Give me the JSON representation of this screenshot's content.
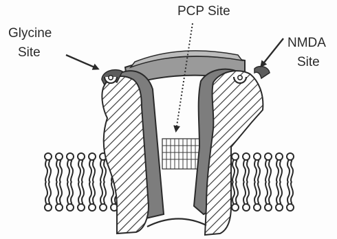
{
  "labels": {
    "pcp_site": "PCP  Site",
    "glycine_line1": "Glycine",
    "glycine_line2": "Site",
    "nmda_line1": "NMDA",
    "nmda_line2": "Site"
  },
  "colors": {
    "outline": "#2a2a2a",
    "cap_band": "#9a9a9a",
    "shade": "#7d7d7d",
    "hatch": "#3a3a3a",
    "background": "#fdfdfd"
  },
  "icons": {
    "pcp_arrow": "dotted-arrow-down",
    "glycine_arrow": "arrow-down-right",
    "nmda_arrow": "arrow-down-left"
  }
}
